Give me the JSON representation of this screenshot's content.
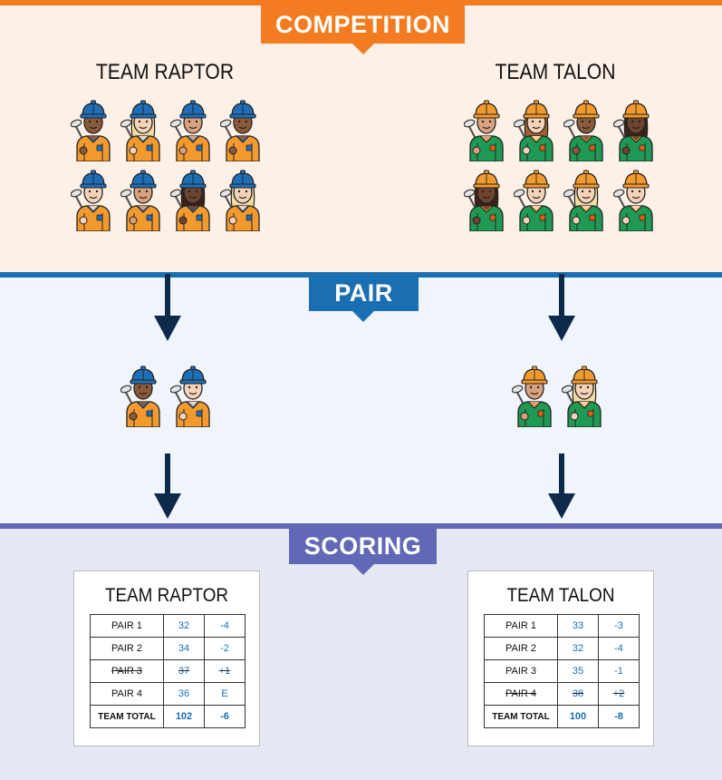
{
  "colors": {
    "competition": "#f47c20",
    "pair": "#1a6fb3",
    "scoring": "#6168b5",
    "raptor_shirt": "#f39a2e",
    "raptor_helmet": "#1f6fb8",
    "talon_shirt": "#1f9a55",
    "talon_helmet": "#f39a2e",
    "arrow": "#0e2a4a"
  },
  "sections": {
    "competition": "COMPETITION",
    "pair": "PAIR",
    "scoring": "SCORING"
  },
  "teams": {
    "raptor": {
      "name": "TEAM RAPTOR",
      "skin_tones": [
        "#8a5a3b",
        "#f5d3b8",
        "#d9a27c",
        "#8a5a3b",
        "#f5d3b8",
        "#d9a27c",
        "#6e4330",
        "#f5d3b8"
      ],
      "hair": [
        "none",
        "blonde",
        "none",
        "none",
        "none",
        "none",
        "dark",
        "blonde"
      ],
      "pair_skin": [
        "#8a5a3b",
        "#f5d3b8"
      ],
      "pair_hair": [
        "none",
        "none"
      ]
    },
    "talon": {
      "name": "TEAM TALON",
      "skin_tones": [
        "#d9a27c",
        "#f5d3b8",
        "#8a5a3b",
        "#6e4330",
        "#6e4330",
        "#f5d3b8",
        "#f5d3b8",
        "#f5d3b8"
      ],
      "hair": [
        "none",
        "brown",
        "none",
        "dark",
        "dark",
        "none",
        "blonde",
        "none"
      ],
      "pair_skin": [
        "#d9a27c",
        "#f5d3b8"
      ],
      "pair_hair": [
        "none",
        "blonde"
      ]
    }
  },
  "scorecards": {
    "raptor": {
      "title": "TEAM RAPTOR",
      "rows": [
        {
          "label": "PAIR 1",
          "score": "32",
          "par": "-4",
          "dropped": false
        },
        {
          "label": "PAIR 2",
          "score": "34",
          "par": "-2",
          "dropped": false
        },
        {
          "label": "PAIR 3",
          "score": "37",
          "par": "+1",
          "dropped": true
        },
        {
          "label": "PAIR 4",
          "score": "36",
          "par": "E",
          "dropped": false
        }
      ],
      "total": {
        "label": "TEAM TOTAL",
        "score": "102",
        "par": "-6"
      }
    },
    "talon": {
      "title": "TEAM TALON",
      "rows": [
        {
          "label": "PAIR 1",
          "score": "33",
          "par": "-3",
          "dropped": false
        },
        {
          "label": "PAIR 2",
          "score": "32",
          "par": "-4",
          "dropped": false
        },
        {
          "label": "PAIR 3",
          "score": "35",
          "par": "-1",
          "dropped": false
        },
        {
          "label": "PAIR 4",
          "score": "38",
          "par": "+2",
          "dropped": true
        }
      ],
      "total": {
        "label": "TEAM TOTAL",
        "score": "100",
        "par": "-8"
      }
    }
  }
}
